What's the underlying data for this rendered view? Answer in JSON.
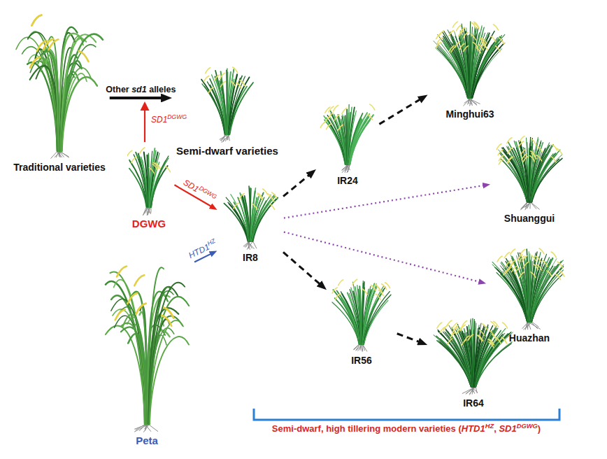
{
  "diagram": {
    "nodes": [
      {
        "text": [
          "Traditional varieties"
        ]
      },
      {
        "text": [
          "Semi-dwarf varieties"
        ]
      },
      {
        "text": [
          "DGWG"
        ]
      },
      {
        "text": [
          "Peta"
        ]
      },
      {
        "text": [
          "IR8"
        ]
      },
      {
        "text": [
          "IR24"
        ]
      },
      {
        "text": [
          "IR56"
        ]
      },
      {
        "text": [
          "Minghui63"
        ]
      },
      {
        "text": [
          "Shuanggui"
        ]
      },
      {
        "text": [
          "Huazhan"
        ]
      },
      {
        "text": [
          "IR64"
        ]
      }
    ],
    "edges": [
      {
        "from": 0,
        "to": 1,
        "label": "Other sd1 alleles",
        "arrow": "to"
      },
      {
        "from": 2,
        "to": 4,
        "label": "SD1DGWG",
        "arrow": "to"
      },
      {
        "from": 3,
        "to": 4,
        "label": "HTD1HZ",
        "arrow": "to"
      },
      {
        "from": 4,
        "to": 5,
        "arrow": "to"
      },
      {
        "from": 4,
        "to": 6,
        "arrow": "to"
      },
      {
        "from": 5,
        "to": 7,
        "arrow": "to"
      },
      {
        "from": 6,
        "to": 10,
        "arrow": "to"
      },
      {
        "from": 4,
        "to": 8,
        "arrow": "to"
      },
      {
        "from": 4,
        "to": 9,
        "arrow": "to"
      }
    ],
    "labels": [
      "SD1DGWG",
      "Semi-dwarf, high tillering modern varieties (HTD1HZ, SD1DGWG)"
    ]
  }
}
